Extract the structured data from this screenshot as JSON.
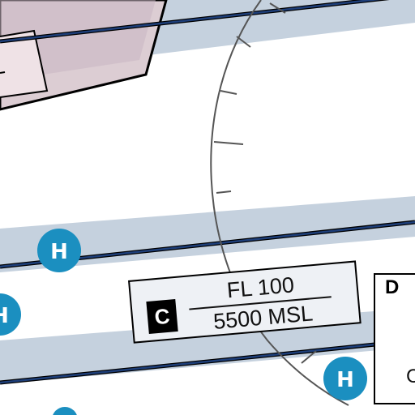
{
  "airspace_label": {
    "class_letter": "C",
    "ceiling": "FL 100",
    "floor": "5500 MSL"
  },
  "class_d_box": {
    "class_letter": "D",
    "partial_text": "C"
  },
  "heliport_symbol": {
    "letter": "H",
    "color": "#1b8fc0"
  },
  "colors": {
    "route_band": "#c5d1de",
    "route_centerline": "#1e3f7a",
    "restricted_area": "#dccdd3",
    "arc": "#555555"
  }
}
